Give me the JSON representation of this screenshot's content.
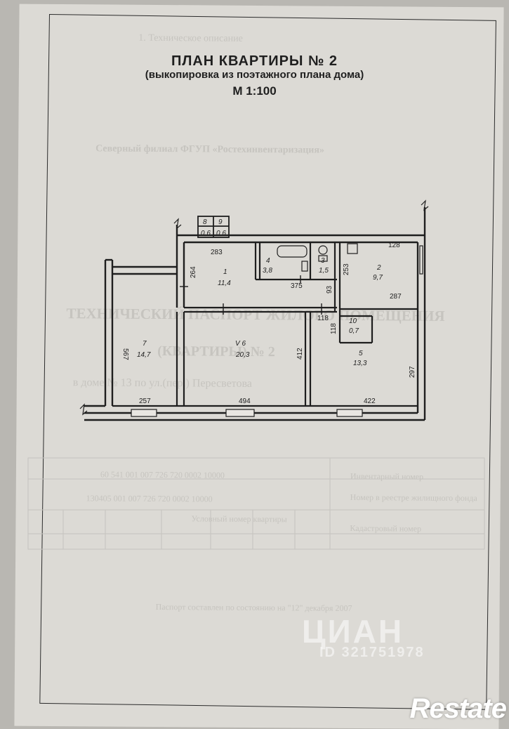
{
  "document": {
    "title": "ПЛАН КВАРТИРЫ № 2",
    "subtitle": "(выкопировка из поэтажного плана дома)",
    "scale": "М 1:100"
  },
  "rooms": [
    {
      "num": "1",
      "area": "11,4"
    },
    {
      "num": "2",
      "area": "9,7"
    },
    {
      "num": "3",
      "area": "1,5"
    },
    {
      "num": "4",
      "area": "3,8"
    },
    {
      "num": "5",
      "area": "13,3"
    },
    {
      "num": "V 6",
      "area": "20,3"
    },
    {
      "num": "7",
      "area": "14,7"
    },
    {
      "num": "8",
      "area": "0,6"
    },
    {
      "num": "9",
      "area": "0,6"
    },
    {
      "num": "10",
      "area": "0,7"
    }
  ],
  "dimensions": {
    "d283": "283",
    "d128": "128",
    "d264": "264",
    "d375": "375",
    "d253": "253",
    "d93": "93",
    "d287": "287",
    "d118a": "118",
    "d118b": "118",
    "d567": "567",
    "d412": "412",
    "d297": "297",
    "d257": "257",
    "d494": "494",
    "d422": "422"
  },
  "background_text": {
    "header_faded": "1. Техническое описание",
    "branch": "Северный филиал ФГУП «Ростехинвентаризация»",
    "big_line1": "ТЕХНИЧЕСКИЙ ПАСПОРТ ЖИЛОГО ПОМЕЩЕНИЯ",
    "big_line2": "(КВАРТИРЫ) № 2",
    "address": "в доме № 13 по ул.(пер.) Пересветова",
    "label_inv": "Инвентарный номер",
    "label_inv_val": "60 541 001 007 726 720 0002 10000",
    "label_old": "Номер в реестре жилищного фонда",
    "label_old_val": "130405 001 007 726 720 0002 10000",
    "label_cad": "Кадастровый номер",
    "col_header": "Условный номер квартиры",
    "passport": "Паспорт составлен по состоянию на \"12\" декабря 2007"
  },
  "watermark": {
    "brand": "ЦИАН",
    "id": "ID 321751978",
    "corner": "Restate"
  }
}
